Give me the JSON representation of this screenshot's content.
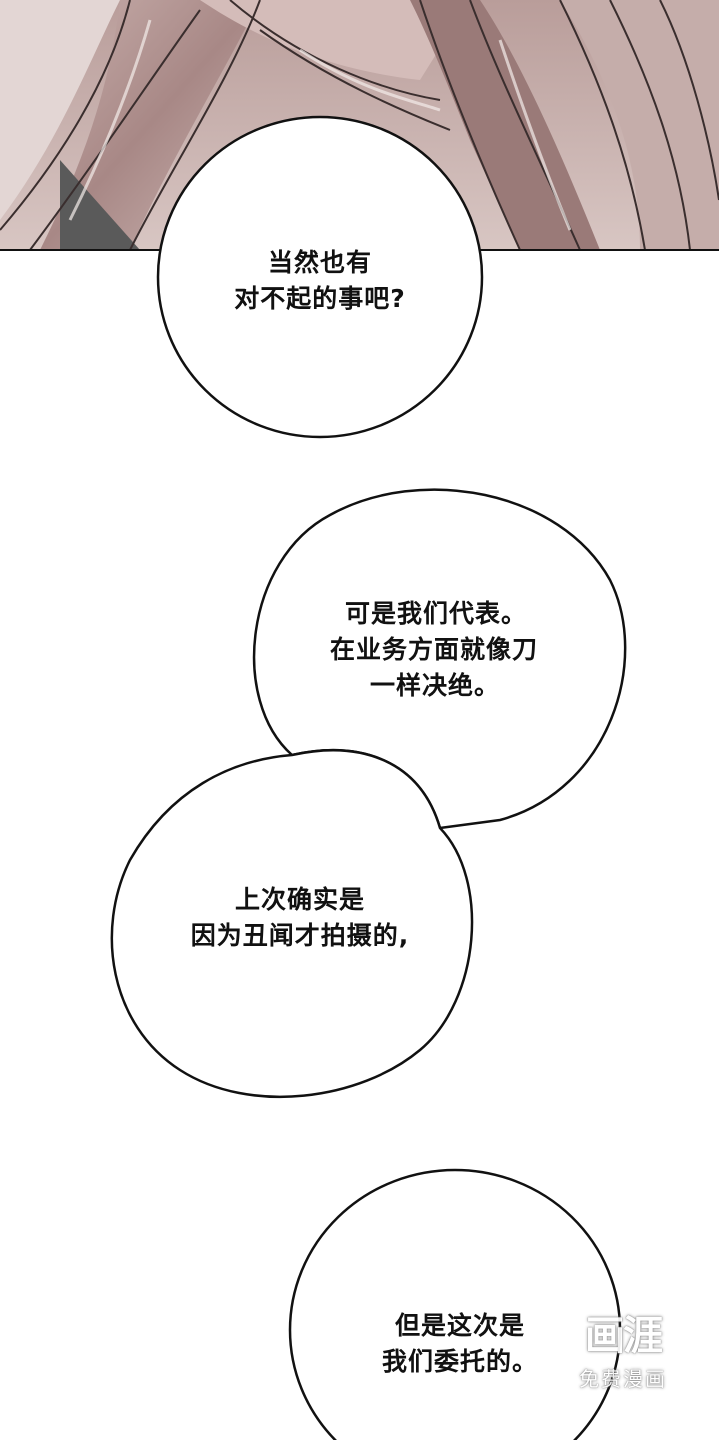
{
  "panel": {
    "image": "manga-panel-character-hair-closeup",
    "colors": {
      "hair_dark": "#8e6f6d",
      "hair_light": "#d9c2bf",
      "shadow": "#5e5e5e",
      "bubble_fill": "#ffffff",
      "bubble_stroke": "#111111"
    }
  },
  "bubbles": [
    {
      "lines": [
        "当然也有",
        "对不起的事吧?"
      ]
    },
    {
      "lines": [
        "可是我们代表。",
        "在业务方面就像刀",
        "一样决绝。"
      ]
    },
    {
      "lines": [
        "上次确实是",
        "因为丑闻才拍摄的,"
      ]
    },
    {
      "lines": [
        "但是这次是",
        "我们委托的。"
      ]
    }
  ],
  "watermark": {
    "logo": "画涯",
    "tagline": "免费漫画"
  }
}
